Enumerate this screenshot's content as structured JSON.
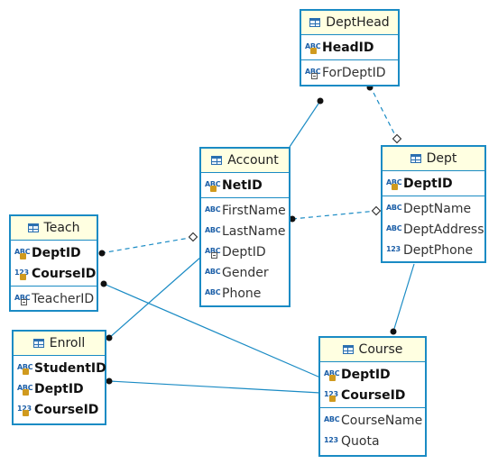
{
  "colors": {
    "border": "#1a8bc4",
    "header_bg": "#ffffe1",
    "line": "#1a8bc4"
  },
  "entities": {
    "depthead": {
      "title": "DeptHead",
      "sections": [
        [
          {
            "name": "HeadID",
            "type": "ABC",
            "icon": "primary-key-icon",
            "key": true
          }
        ],
        [
          {
            "name": "ForDeptID",
            "type": "ABC",
            "icon": "foreign-key-icon",
            "key": false
          }
        ]
      ]
    },
    "account": {
      "title": "Account",
      "sections": [
        [
          {
            "name": "NetID",
            "type": "ABC",
            "icon": "primary-key-icon",
            "key": true
          }
        ],
        [
          {
            "name": "FirstName",
            "type": "ABC",
            "icon": "text-column-icon",
            "key": false
          },
          {
            "name": "LastName",
            "type": "ABC",
            "icon": "text-column-icon",
            "key": false
          },
          {
            "name": "DeptID",
            "type": "ABC",
            "icon": "foreign-key-icon",
            "key": false
          },
          {
            "name": "Gender",
            "type": "ABC",
            "icon": "text-column-icon",
            "key": false
          },
          {
            "name": "Phone",
            "type": "ABC",
            "icon": "text-column-icon",
            "key": false
          }
        ]
      ]
    },
    "dept": {
      "title": "Dept",
      "sections": [
        [
          {
            "name": "DeptID",
            "type": "ABC",
            "icon": "primary-key-icon",
            "key": true
          }
        ],
        [
          {
            "name": "DeptName",
            "type": "ABC",
            "icon": "text-column-icon",
            "key": false
          },
          {
            "name": "DeptAddress",
            "type": "ABC",
            "icon": "text-column-icon",
            "key": false
          },
          {
            "name": "DeptPhone",
            "type": "123",
            "icon": "number-column-icon",
            "key": false
          }
        ]
      ]
    },
    "teach": {
      "title": "Teach",
      "sections": [
        [
          {
            "name": "DeptID",
            "type": "ABC",
            "icon": "primary-key-icon",
            "key": true
          },
          {
            "name": "CourseID",
            "type": "123",
            "icon": "primary-key-icon",
            "key": true
          }
        ],
        [
          {
            "name": "TeacherID",
            "type": "ABC",
            "icon": "foreign-key-icon",
            "key": false
          }
        ]
      ]
    },
    "enroll": {
      "title": "Enroll",
      "sections": [
        [
          {
            "name": "StudentID",
            "type": "ABC",
            "icon": "primary-key-icon",
            "key": true
          },
          {
            "name": "DeptID",
            "type": "ABC",
            "icon": "primary-key-icon",
            "key": true
          },
          {
            "name": "CourseID",
            "type": "123",
            "icon": "primary-key-icon",
            "key": true
          }
        ]
      ]
    },
    "course": {
      "title": "Course",
      "sections": [
        [
          {
            "name": "DeptID",
            "type": "ABC",
            "icon": "primary-key-icon",
            "key": true
          },
          {
            "name": "CourseID",
            "type": "123",
            "icon": "primary-key-icon",
            "key": true
          }
        ],
        [
          {
            "name": "CourseName",
            "type": "ABC",
            "icon": "text-column-icon",
            "key": false
          },
          {
            "name": "Quota",
            "type": "123",
            "icon": "number-column-icon",
            "key": false
          }
        ]
      ]
    }
  },
  "relationships": [
    {
      "from": "account",
      "to": "depthead",
      "style": "solid",
      "from_end": "none",
      "to_end": "dot"
    },
    {
      "from": "depthead",
      "to": "dept",
      "style": "dashed",
      "from_end": "dot",
      "to_end": "diamond"
    },
    {
      "from": "account",
      "to": "dept",
      "style": "dashed",
      "from_end": "dot",
      "to_end": "diamond"
    },
    {
      "from": "teach",
      "to": "account",
      "style": "dashed",
      "from_end": "dot",
      "to_end": "diamond"
    },
    {
      "from": "enroll",
      "to": "account",
      "style": "solid",
      "from_end": "dot",
      "to_end": "none"
    },
    {
      "from": "dept",
      "to": "course",
      "style": "solid",
      "from_end": "none",
      "to_end": "dot"
    },
    {
      "from": "teach",
      "to": "course",
      "style": "solid",
      "from_end": "dot",
      "to_end": "none"
    },
    {
      "from": "enroll",
      "to": "course",
      "style": "solid",
      "from_end": "dot",
      "to_end": "none"
    }
  ]
}
